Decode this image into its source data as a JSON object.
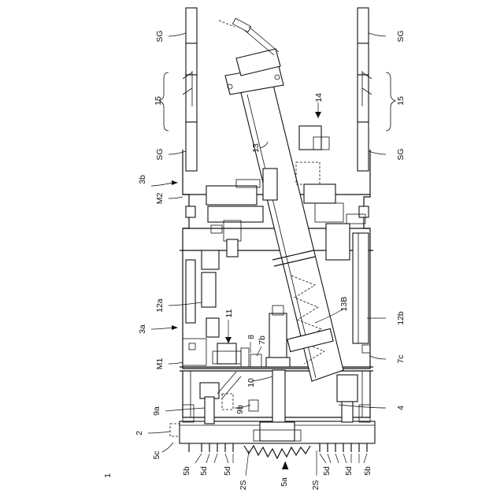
{
  "labels": {
    "sg_top_left": "SG",
    "sg_top_right": "SG",
    "sg_mid_left": "SG",
    "sg_mid_right": "SG",
    "n15_left": "15",
    "n15_right": "15",
    "n14": "14",
    "n13": "13",
    "n3b": "3b",
    "m2": "M2",
    "n12a": "12a",
    "n12b": "12b",
    "n11": "11",
    "n3a": "3a",
    "n8": "8",
    "n7b": "7b",
    "n13B": "13B",
    "m1": "M1",
    "n7c": "7c",
    "n10": "10",
    "n9a": "9a",
    "n9b": "9b",
    "n4": "4",
    "n2": "2",
    "n5c": "5c",
    "n5b_left": "5b",
    "n5d_1": "5d",
    "n5d_2": "5d",
    "n2s_left": "2S",
    "n5a": "5a",
    "n2s_right": "2S",
    "n5d_3": "5d",
    "n5d_4": "5d",
    "n5b_right": "5b",
    "fig": "1"
  }
}
